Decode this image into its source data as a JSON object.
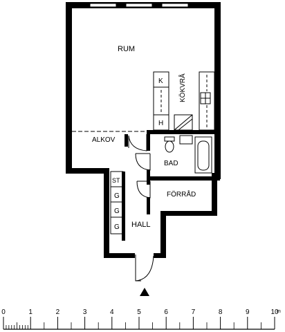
{
  "rooms": {
    "rum": "RUM",
    "alkov": "ALKOV",
    "kokvra": "KÖKVRÅ",
    "bad": "BAD",
    "forrad": "FÖRRÅD",
    "hall": "HALL"
  },
  "kitchen": {
    "fridge": "K",
    "stove": "H"
  },
  "closets": {
    "st": "ST",
    "g1": "G",
    "g2": "G",
    "g3": "G"
  },
  "scale": {
    "ticks": [
      "0",
      "1",
      "2",
      "3",
      "4",
      "5",
      "6",
      "7",
      "8",
      "9",
      "10"
    ],
    "unit": "m"
  }
}
